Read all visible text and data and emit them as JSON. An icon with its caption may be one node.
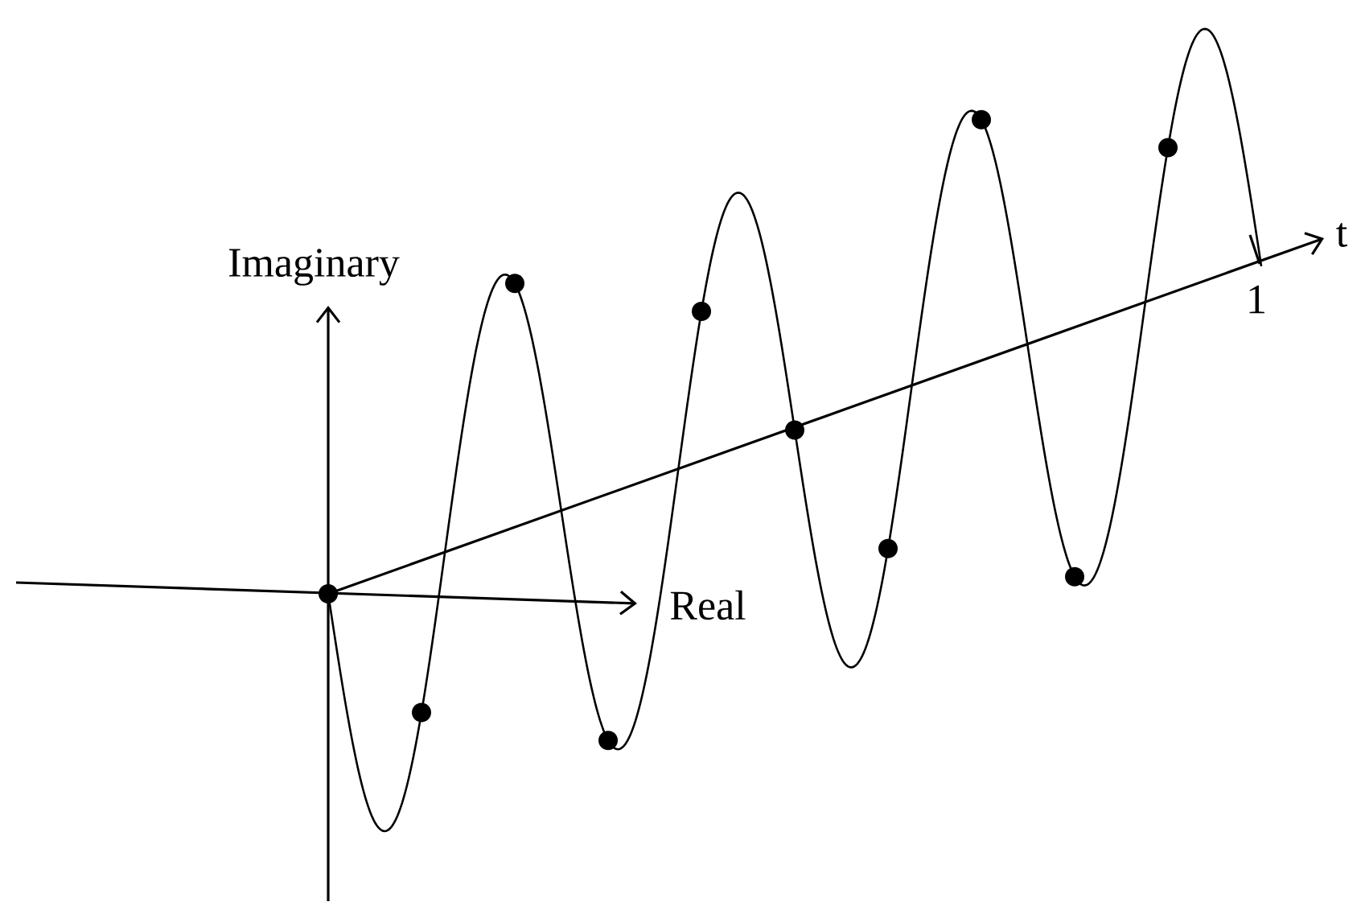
{
  "diagram": {
    "labels": [
      "Imaginary",
      "Real",
      "t",
      "1"
    ]
  }
}
